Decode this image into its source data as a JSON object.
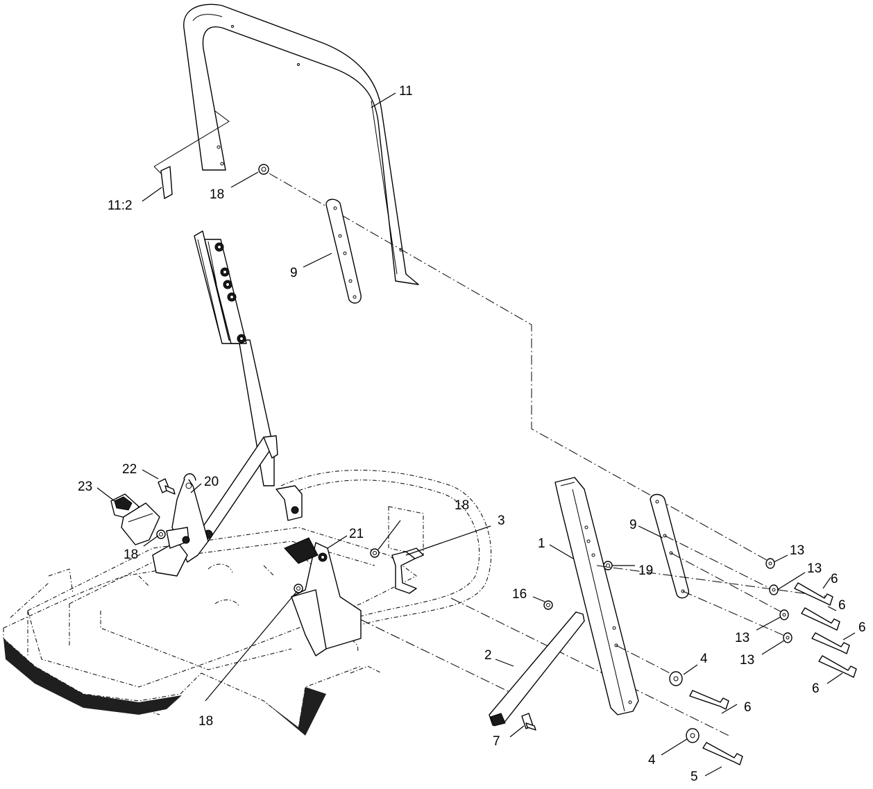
{
  "callouts": [
    {
      "id": "c11",
      "text": "11"
    },
    {
      "id": "c11-2",
      "text": "11:2"
    },
    {
      "id": "c18a",
      "text": "18"
    },
    {
      "id": "c9a",
      "text": "9"
    },
    {
      "id": "c22",
      "text": "22"
    },
    {
      "id": "c23",
      "text": "23"
    },
    {
      "id": "c20",
      "text": "20"
    },
    {
      "id": "c18b",
      "text": "18"
    },
    {
      "id": "c18c",
      "text": "18"
    },
    {
      "id": "c21",
      "text": "21"
    },
    {
      "id": "c3",
      "text": "3"
    },
    {
      "id": "c18d",
      "text": "18"
    },
    {
      "id": "c1",
      "text": "1"
    },
    {
      "id": "c9b",
      "text": "9"
    },
    {
      "id": "c19",
      "text": "19"
    },
    {
      "id": "c13a",
      "text": "13"
    },
    {
      "id": "c13b",
      "text": "13"
    },
    {
      "id": "c6a",
      "text": "6"
    },
    {
      "id": "c6b",
      "text": "6"
    },
    {
      "id": "c13c",
      "text": "13"
    },
    {
      "id": "c6c",
      "text": "6"
    },
    {
      "id": "c13d",
      "text": "13"
    },
    {
      "id": "c6d",
      "text": "6"
    },
    {
      "id": "c16",
      "text": "16"
    },
    {
      "id": "c2",
      "text": "2"
    },
    {
      "id": "c4a",
      "text": "4"
    },
    {
      "id": "c6e",
      "text": "6"
    },
    {
      "id": "c7",
      "text": "7"
    },
    {
      "id": "c4b",
      "text": "4"
    },
    {
      "id": "c5",
      "text": "5"
    }
  ]
}
